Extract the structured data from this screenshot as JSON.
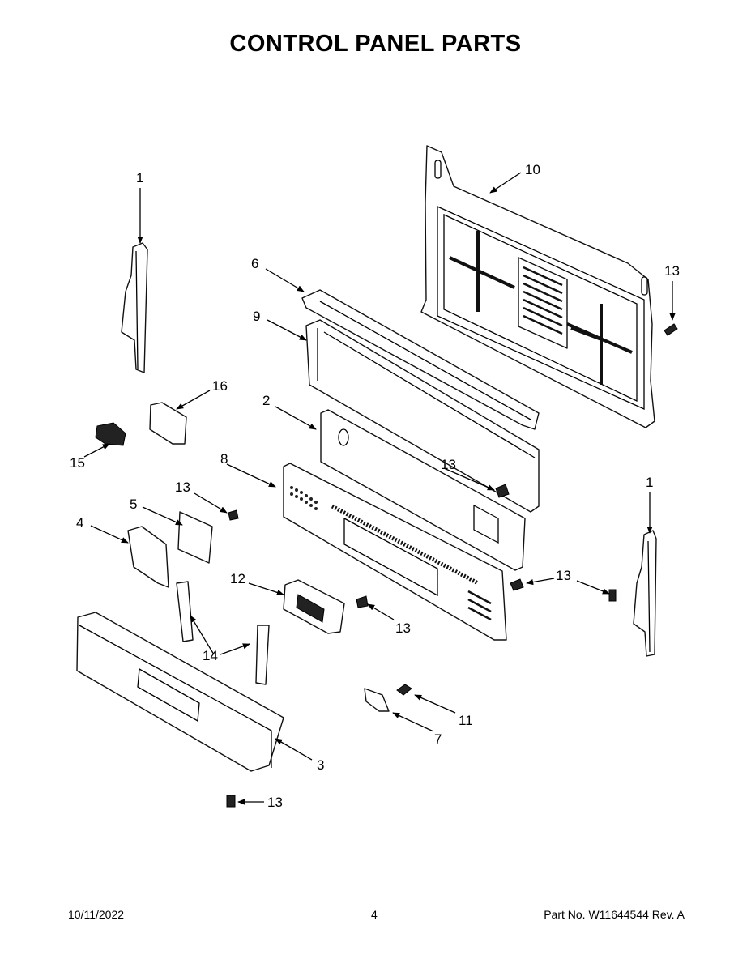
{
  "title": "CONTROL PANEL PARTS",
  "callouts": {
    "c1a": "1",
    "c1b": "1",
    "c2": "2",
    "c3": "3",
    "c4": "4",
    "c5": "5",
    "c6": "6",
    "c7": "7",
    "c8": "8",
    "c9": "9",
    "c10": "10",
    "c11": "11",
    "c12": "12",
    "c13a": "13",
    "c13b": "13",
    "c13c": "13",
    "c13d": "13",
    "c13e": "13",
    "c13f": "13",
    "c14": "14",
    "c15": "15",
    "c16": "16"
  },
  "footer": {
    "date": "10/11/2022",
    "page": "4",
    "part": "Part No.  W11644544  Rev.  A"
  }
}
